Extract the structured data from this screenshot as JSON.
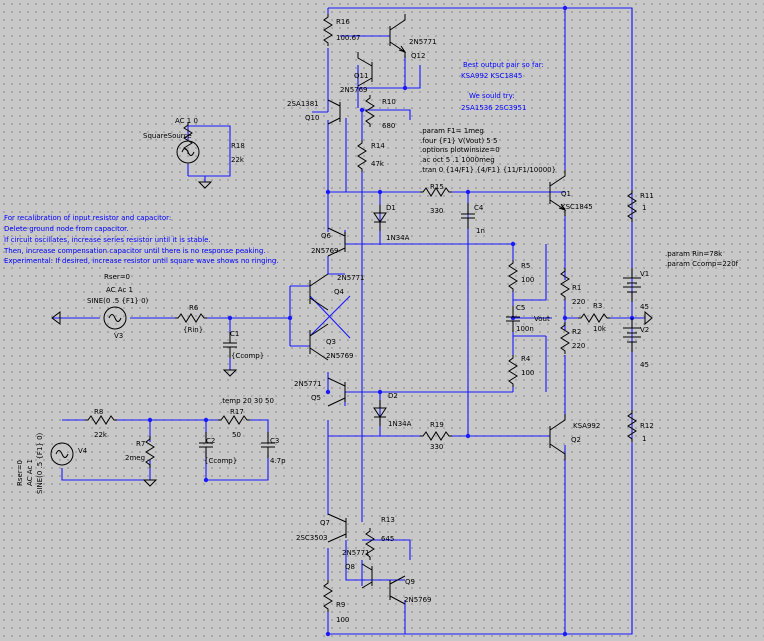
{
  "colors": {
    "wire": "#1a1aff",
    "component": "#000000",
    "comment": "#0000ff",
    "background": "#c8c8c8"
  },
  "directives": {
    "param_f1": ".param F1= 1meg",
    "four": ".four {F1} V(Vout) 5 5",
    "options": ".options plotwinsize=0",
    "ac": ".ac oct 5 .1 1000meg",
    "tran": ".tran 0 {14/F1} {4/F1} {11/F1/10000}",
    "param_rin": ".param Rin=78k",
    "param_ccomp": ".param Ccomp=220f",
    "temp": ".temp 20 30 50"
  },
  "comments": {
    "best_pair_1": "Best output pair so far:",
    "best_pair_2": "KSA992 KSC1845",
    "try_1": "We sould try:",
    "try_2": "2SA1536 2SC3951",
    "recal_1": "For recalibration of input resistor and capacitor:",
    "recal_2": "Delete ground node from capacitor.",
    "recal_3": "If circuit oscillates, increase series resistor until it is stable.",
    "recal_4": "Then, increase compensation capacitor until there is no response peaking.",
    "recal_5": "Experimental: If desired, increase resistor until square wave shows no ringing."
  },
  "components": {
    "R16": {
      "name": "R16",
      "value": "100.67"
    },
    "Q12": {
      "name": "Q12",
      "model": "2N5771"
    },
    "Q11": {
      "name": "Q11",
      "model": "2N5769"
    },
    "Q10": {
      "name": "Q10",
      "model": "2SA1381"
    },
    "R10": {
      "name": "R10",
      "value": "680"
    },
    "R14": {
      "name": "R14",
      "value": "47k"
    },
    "Q1": {
      "name": "Q1",
      "model": "KSC1845"
    },
    "R15": {
      "name": "R15",
      "value": "330"
    },
    "D1": {
      "name": "D1",
      "model": "1N34A"
    },
    "C4": {
      "name": "C4",
      "value": "1n"
    },
    "R11": {
      "name": "R11",
      "value": "1"
    },
    "V1": {
      "name": "V1",
      "value": "45"
    },
    "V2": {
      "name": "V2",
      "value": "45"
    },
    "R12": {
      "name": "R12",
      "value": "1"
    },
    "R1": {
      "name": "R1",
      "value": "220"
    },
    "R2": {
      "name": "R2",
      "value": "220"
    },
    "R3": {
      "name": "R3",
      "value": "10k"
    },
    "Vout": {
      "label": "Vout"
    },
    "Q6": {
      "name": "Q6",
      "model": "2N5769"
    },
    "Q4": {
      "name": "Q4",
      "model": "2N5771"
    },
    "Q3": {
      "name": "Q3",
      "model": "2N5769"
    },
    "Q5": {
      "name": "Q5",
      "model": "2N5771"
    },
    "R5": {
      "name": "R5",
      "value": "100"
    },
    "C5": {
      "name": "C5",
      "value": "100n"
    },
    "R4": {
      "name": "R4",
      "value": "100"
    },
    "R6": {
      "name": "R6",
      "value": "{Rin}"
    },
    "C1": {
      "name": "C1",
      "value": "{Ccomp}"
    },
    "V3": {
      "name": "V3",
      "rser": "Rser=0",
      "ac": "AC Ac 1",
      "sine": "SINE(0 .5 {F1} 0)"
    },
    "R18": {
      "name": "R18",
      "value": "22k"
    },
    "squaresource": {
      "name": "SquareSource",
      "label": "AC 1 0"
    },
    "D2": {
      "name": "D2",
      "model": "1N34A"
    },
    "R19": {
      "name": "R19",
      "value": "330"
    },
    "Q2": {
      "name": "Q2",
      "model": "KSA992"
    },
    "R8": {
      "name": "R8",
      "value": "22k"
    },
    "R7": {
      "name": "R7",
      "value": "2meg"
    },
    "C2": {
      "name": "C2",
      "value": "{Ccomp}"
    },
    "R17": {
      "name": "R17",
      "value": "50"
    },
    "C3": {
      "name": "C3",
      "value": "4.7p"
    },
    "V4": {
      "name": "V4",
      "rser": "Rser=0",
      "ac": "AC Ac 1",
      "sine": "SINE(0 .5 {F1} 0)"
    },
    "Q7": {
      "name": "Q7",
      "model": "2SC3503"
    },
    "R13": {
      "name": "R13",
      "value": "645"
    },
    "Q8": {
      "name": "Q8",
      "model": "2N5771"
    },
    "Q9": {
      "name": "Q9",
      "model": "2N5769"
    },
    "R9": {
      "name": "R9",
      "value": "100"
    }
  }
}
